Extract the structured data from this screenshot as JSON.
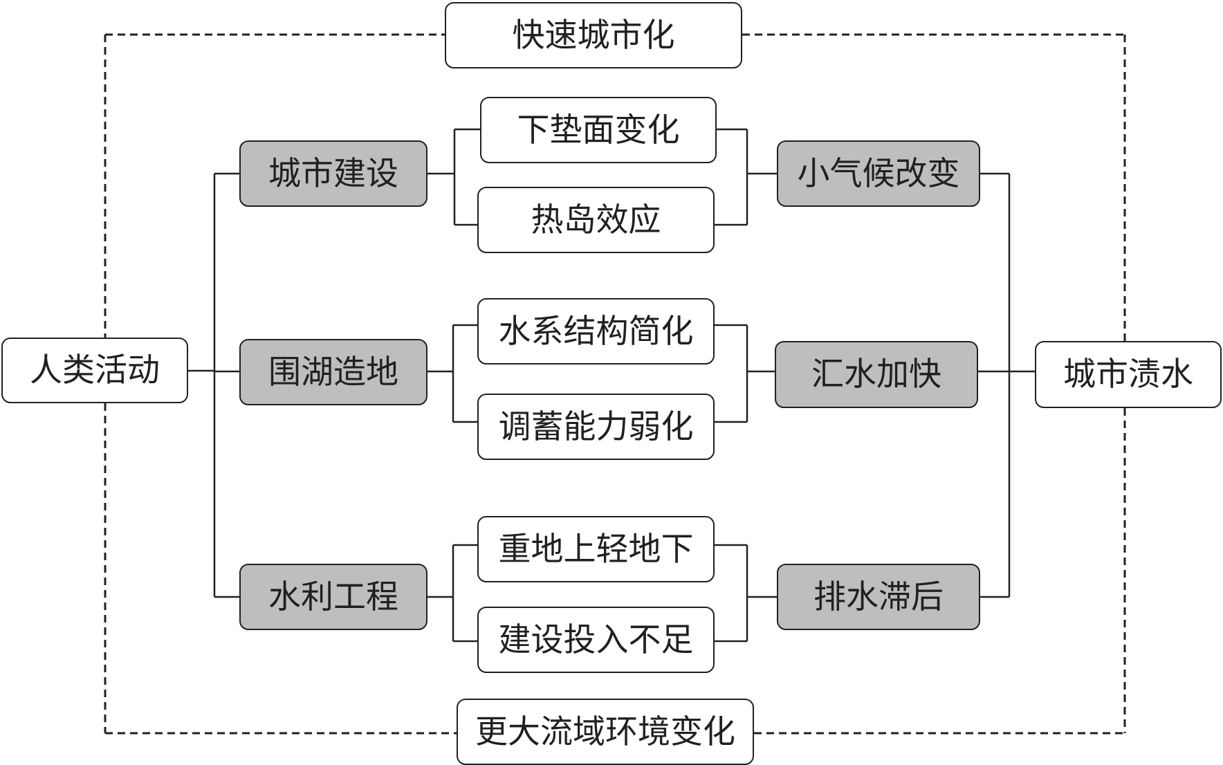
{
  "nodes": {
    "human_activity": "人类活动",
    "rapid_urbanization": "快速城市化",
    "watershed_change": "更大流域环境变化",
    "urban_waterlogging": "城市渍水",
    "urban_construction": "城市建设",
    "lake_reclamation": "围湖造地",
    "water_projects": "水利工程",
    "surface_change": "下垫面变化",
    "heat_island": "热岛效应",
    "water_system_simplified": "水系结构简化",
    "storage_weakened": "调蓄能力弱化",
    "above_over_below": "重地上轻地下",
    "insufficient_investment": "建设投入不足",
    "microclimate_change": "小气候改变",
    "faster_confluence": "汇水加快",
    "drainage_lag": "排水滞后"
  },
  "colors": {
    "line": "#231f20",
    "highlight_fill": "#bcbec0",
    "plain_fill": "#ffffff"
  }
}
